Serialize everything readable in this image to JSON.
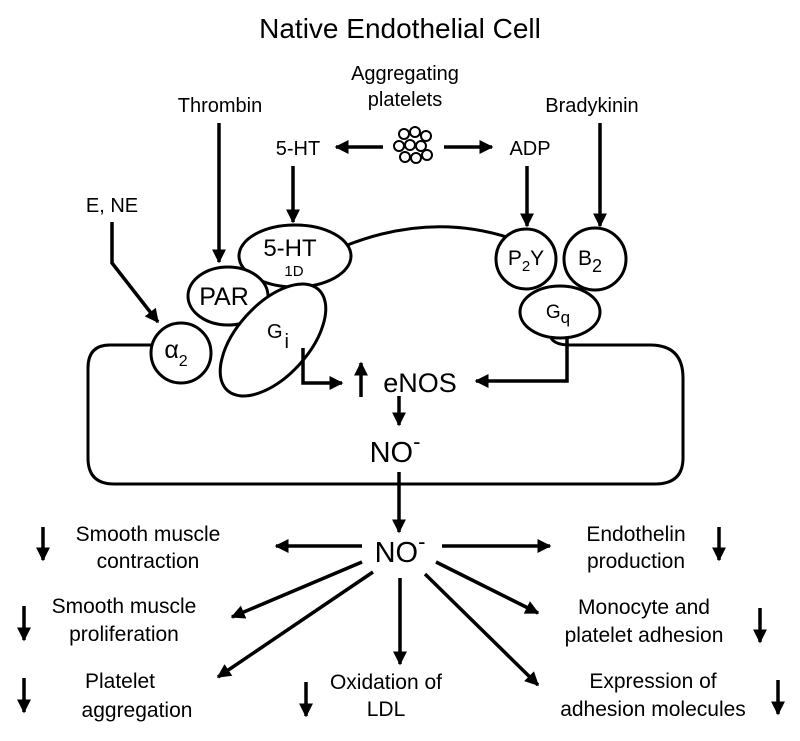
{
  "title": "Native Endothelial Cell",
  "stimuli": {
    "thrombin": "Thrombin",
    "aggregating_line1": "Aggregating",
    "aggregating_line2": "platelets",
    "bradykinin": "Bradykinin",
    "e_ne": "E, NE",
    "serotonin": "5-HT",
    "adp": "ADP"
  },
  "receptors": {
    "ht1d_main": "5-HT",
    "ht1d_sub": "1D",
    "par": "PAR",
    "alpha_main": "α",
    "alpha_sub": "2",
    "gi_main": "G",
    "gi_sub": "i",
    "p2y_p": "P",
    "p2y_sub": "2",
    "p2y_y": "Y",
    "b2_main": "B",
    "b2_sub": "2",
    "gq_main": "G",
    "gq_sub": "q"
  },
  "cell": {
    "enos": "eNOS",
    "no_inside": "NO",
    "no_inside_sup": "-"
  },
  "effects": {
    "no_center": "NO",
    "no_center_sup": "-",
    "smooth_contraction_1": "Smooth muscle",
    "smooth_contraction_2": "contraction",
    "endothelin_1": "Endothelin",
    "endothelin_2": "production",
    "smooth_prolif_1": "Smooth muscle",
    "smooth_prolif_2": "proliferation",
    "monocyte_1": "Monocyte and",
    "monocyte_2": "platelet adhesion",
    "platelet_agg_1": "Platelet",
    "platelet_agg_2": "aggregation",
    "oxidation_1": "Oxidation of",
    "oxidation_2": "LDL",
    "expression_1": "Expression of",
    "expression_2": "adhesion molecules"
  }
}
